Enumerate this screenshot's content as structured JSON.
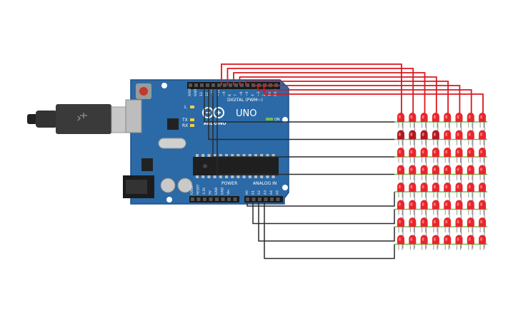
{
  "board": {
    "logo_text": "ARDUINO",
    "model": "UNO",
    "digital_label": "DIGITAL (PWM~)",
    "power_label": "POWER",
    "analog_label": "ANALOG IN",
    "led_l": "L",
    "led_tx": "TX",
    "led_rx": "RX",
    "on_label": "ON",
    "top_pins": [
      "AREF",
      "GND",
      "13",
      "12",
      "~11",
      "~10",
      "~9",
      "8",
      "7",
      "~6",
      "~5",
      "4",
      "~3",
      "2",
      "TX 1",
      "RX 0"
    ],
    "power_pins": [
      "IOREF",
      "RESET",
      "3.3V",
      "5V",
      "GND",
      "GND",
      "Vin"
    ],
    "analog_pins": [
      "A0",
      "A1",
      "A2",
      "A3",
      "A4",
      "A5"
    ]
  },
  "matrix": {
    "rows": 8,
    "cols": 8,
    "led_color": "#e8262b",
    "led_dark": "#b01a1f",
    "trace_color": "#6fbf4a"
  },
  "colors": {
    "board": "#2b6aa7",
    "board_edge": "#1e5188",
    "wire_red": "#d9181f",
    "wire_black": "#2a2a2a"
  }
}
